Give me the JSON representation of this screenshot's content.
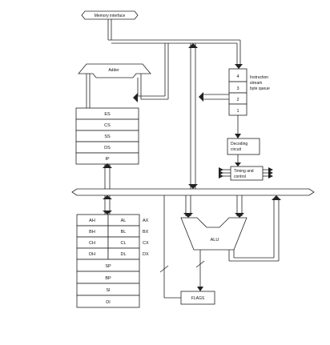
{
  "memory_interface": "Memory interface",
  "adder": "Adder",
  "segment_registers": [
    "ES",
    "CS",
    "SS",
    "DS",
    "IP"
  ],
  "queue": {
    "slots": [
      "4",
      "3",
      "2",
      "1"
    ],
    "label_lines": [
      "Instruction",
      "stream",
      "byte queue"
    ]
  },
  "decoding": [
    "Decoding",
    "circuit"
  ],
  "timing": [
    "Timing and",
    "control"
  ],
  "general_registers": {
    "rows": [
      {
        "high": "AH",
        "low": "AL",
        "pair": "AX"
      },
      {
        "high": "BH",
        "low": "BL",
        "pair": "BX"
      },
      {
        "high": "CH",
        "low": "CL",
        "pair": "CX"
      },
      {
        "high": "DH",
        "low": "DL",
        "pair": "DX"
      }
    ],
    "pointer_rows": [
      "SP",
      "BP",
      "SI",
      "DI"
    ]
  },
  "alu": "ALU",
  "flags": "FLAGS"
}
